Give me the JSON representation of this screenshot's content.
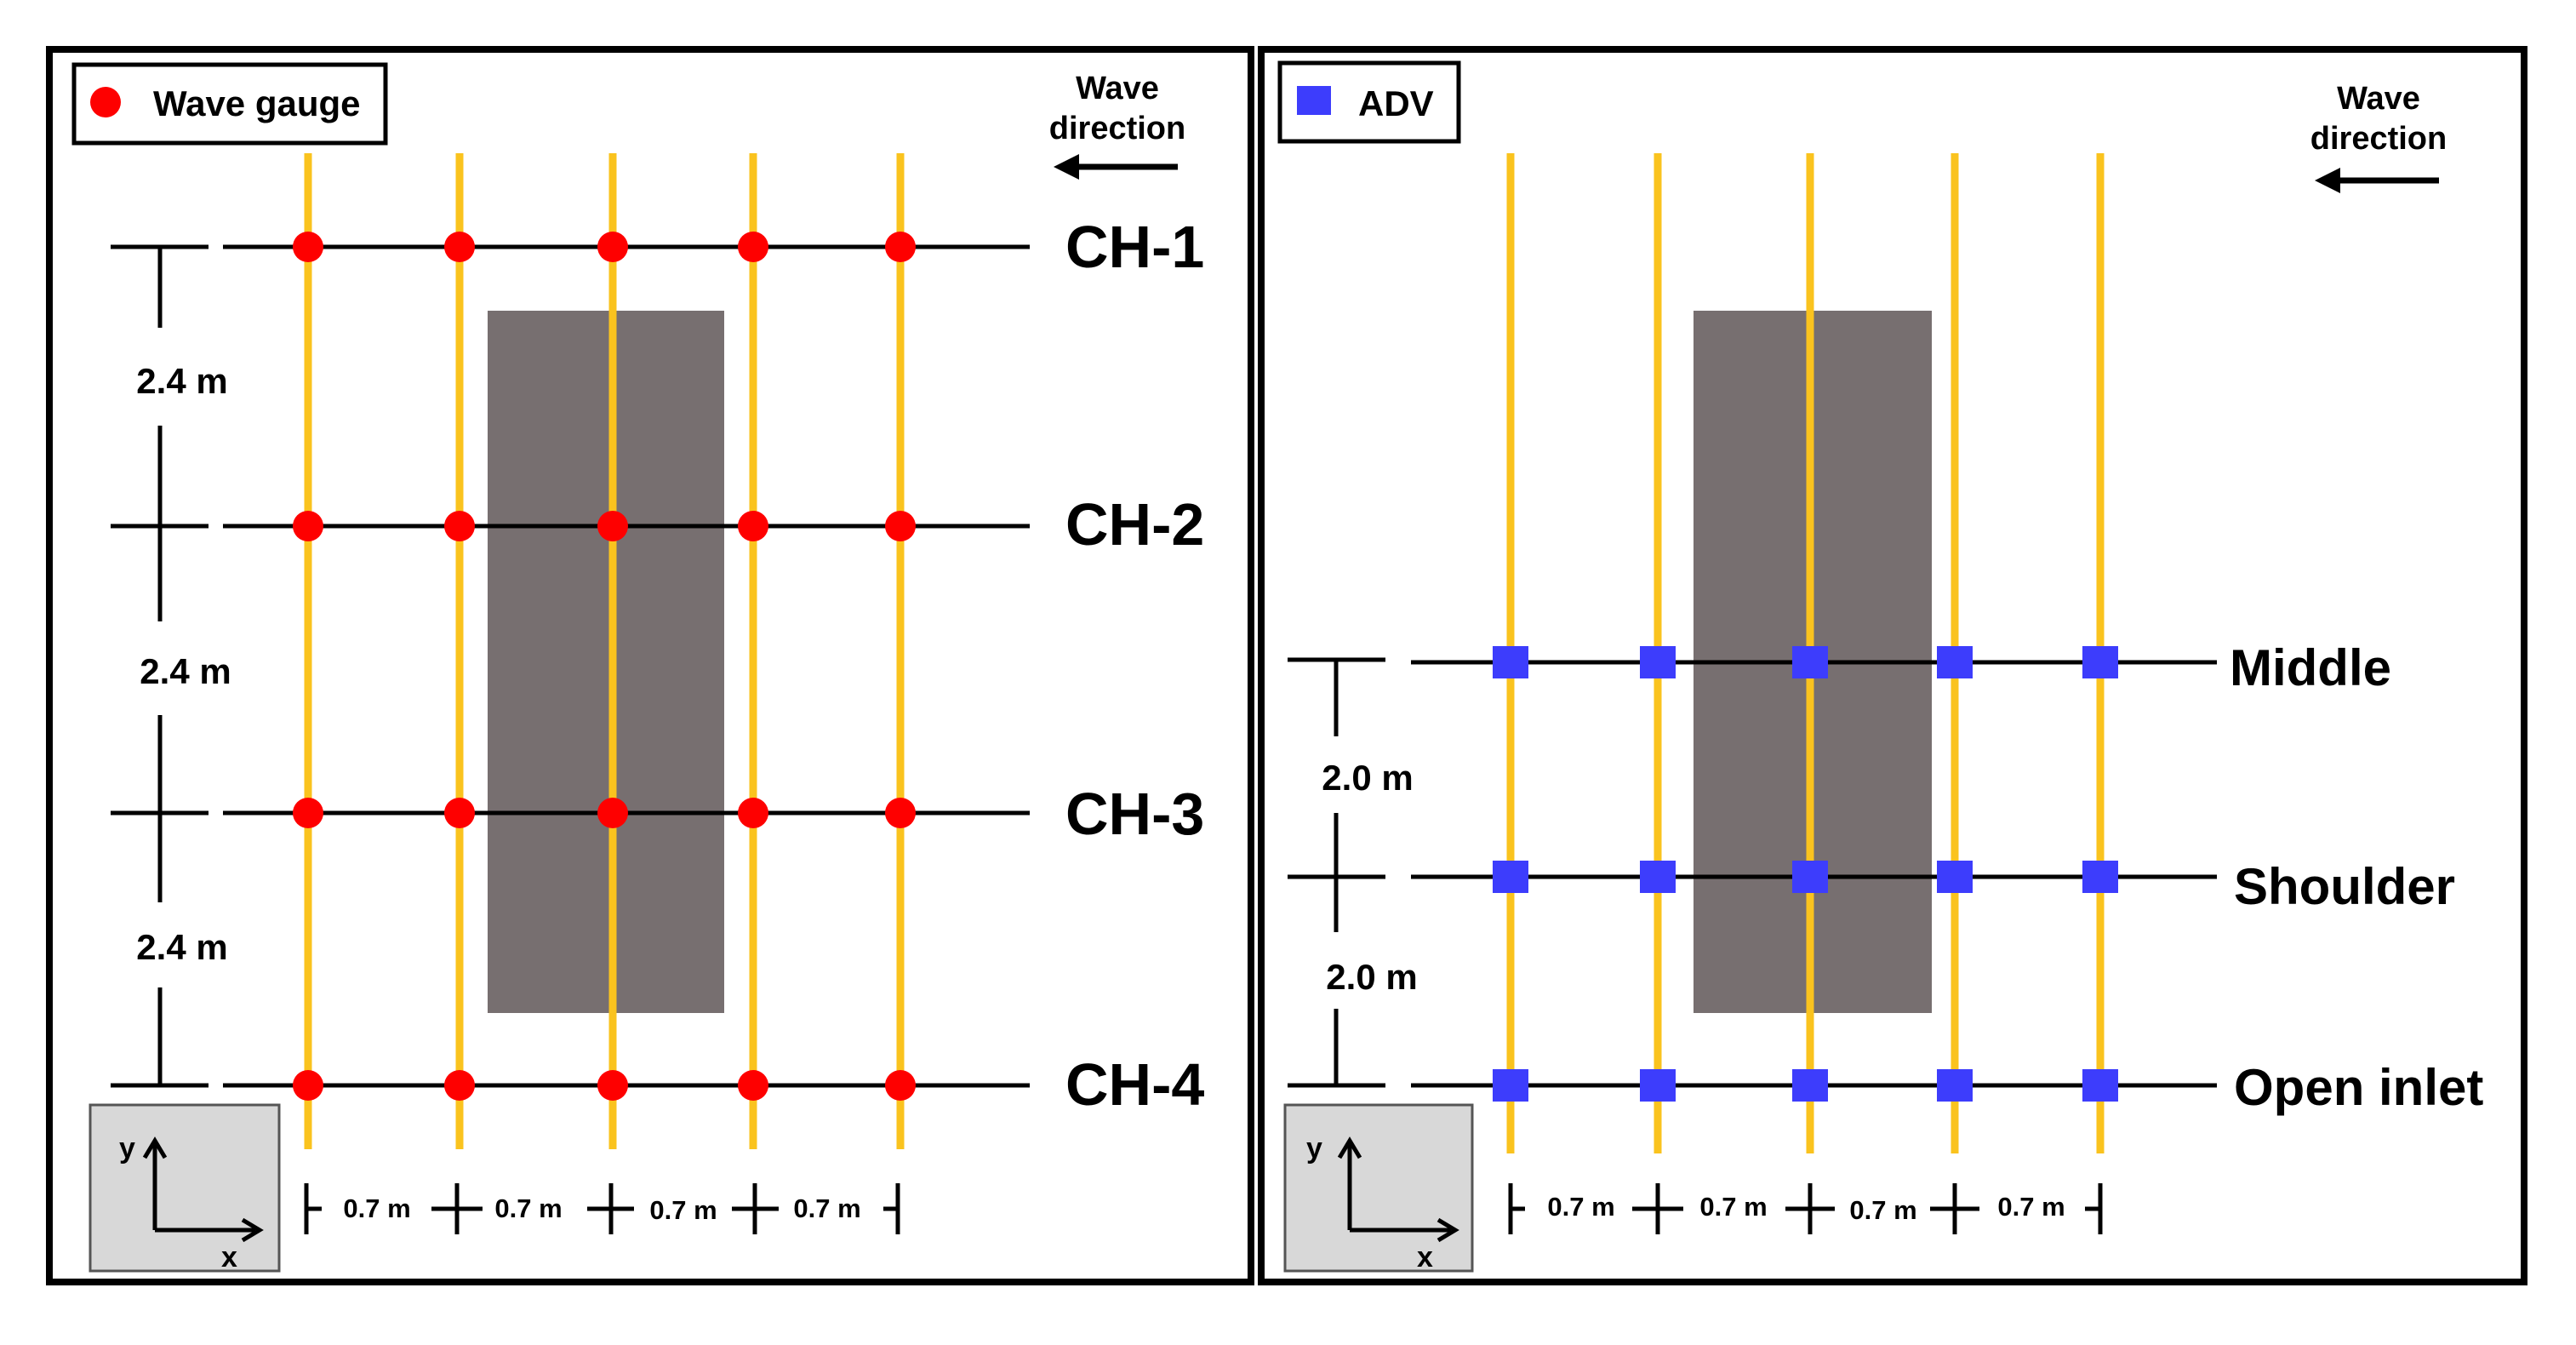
{
  "colors": {
    "rail": "#fac31e",
    "gauge": "#fe0000",
    "adv": "#3d3dfc",
    "structure": "#776f70",
    "axis_box": "#d8d8d8",
    "frame": "#000000"
  },
  "panel_left": {
    "legend": {
      "icon": "red-circle-marker",
      "label": "Wave gauge"
    },
    "wave_direction": {
      "line1": "Wave",
      "line2": "direction",
      "icon": "arrow-left-icon"
    },
    "channels": [
      "CH-1",
      "CH-2",
      "CH-3",
      "CH-4"
    ],
    "y_spacings": [
      "2.4  m",
      "2.4  m",
      "2.4  m"
    ],
    "x_spacings": [
      "0.7 m",
      "0.7 m",
      "0.7 m",
      "0.7 m"
    ],
    "axes": {
      "x": "x",
      "y": "y"
    }
  },
  "panel_right": {
    "legend": {
      "icon": "blue-square-marker",
      "label": "ADV"
    },
    "wave_direction": {
      "line1": "Wave",
      "line2": "direction",
      "icon": "arrow-left-icon"
    },
    "sections": [
      "Middle",
      "Shoulder",
      "Open inlet"
    ],
    "y_spacings": [
      "2.0  m",
      "2.0  m"
    ],
    "x_spacings": [
      "0.7 m",
      "0.7 m",
      "0.7 m",
      "0.7 m"
    ],
    "axes": {
      "x": "x",
      "y": "y"
    }
  }
}
